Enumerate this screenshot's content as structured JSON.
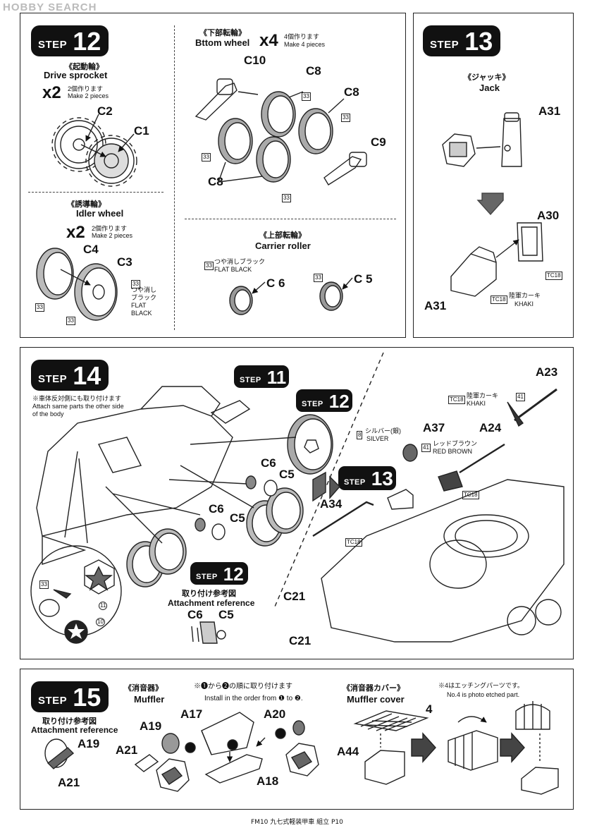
{
  "watermark": "HOBBY SEARCH",
  "step12": {
    "word": "STEP",
    "num": "12",
    "drive_jp": "《起動輪》",
    "drive_en": "Drive sprocket",
    "drive_x": "x2",
    "drive_make_jp": "2個作ります",
    "drive_make_en": "Make 2 pieces",
    "drive_c2": "C2",
    "drive_c1": "C1",
    "idler_jp": "《誘導輪》",
    "idler_en": "Idler wheel",
    "idler_x": "x2",
    "idler_make_jp": "2個作ります",
    "idler_make_en": "Make 2 pieces",
    "idler_c4": "C4",
    "idler_c3": "C3",
    "idler_33a": "33",
    "idler_33b": "33",
    "idler_33c": "33",
    "idler_paint_jp1": "つや消し",
    "idler_paint_jp2": "ブラック",
    "idler_paint_en1": "FLAT",
    "idler_paint_en2": "BLACK",
    "bottom_jp": "《下部転輪》",
    "bottom_en": "Bttom wheel",
    "bottom_x": "x4",
    "bottom_make_jp": "4個作ります",
    "bottom_make_en": "Make 4 pieces",
    "b_c10": "C10",
    "b_c8a": "C8",
    "b_c8b": "C8",
    "b_c8c": "C8",
    "b_c9": "C9",
    "b_33a": "33",
    "b_33b": "33",
    "b_33c": "33",
    "b_33d": "33",
    "carrier_jp": "《上部転輪》",
    "carrier_en": "Carrier roller",
    "carrier_33a": "33",
    "carrier_paint_jp": "つや消しブラック",
    "carrier_paint_en": "FLAT BLACK",
    "carrier_c6": "C 6",
    "carrier_33b": "33",
    "carrier_c5": "C 5"
  },
  "step13": {
    "word": "STEP",
    "num": "13",
    "jack_jp": "《ジャッキ》",
    "jack_en": "Jack",
    "a31a": "A31",
    "a30": "A30",
    "a31b": "A31",
    "tc18a": "TC18",
    "tc18b": "TC18",
    "khaki_jp": "陸軍カーキ",
    "khaki_en": "KHAKI"
  },
  "step14": {
    "word": "STEP",
    "num": "14",
    "note_jp": "※車体反対側にも取り付けます",
    "note_en1": "Attach same parts the other side",
    "note_en2": "of the body",
    "s11_word": "STEP",
    "s11_num": "11",
    "s12_word": "STEP",
    "s12_num": "12",
    "s13_word": "STEP",
    "s13_num": "13",
    "s12b_word": "STEP",
    "s12b_num": "12",
    "c6a": "C6",
    "c5a": "C5",
    "c6b": "C6",
    "c5b": "C5",
    "ref_jp": "取り付け参考図",
    "ref_en": "Attachment reference",
    "ref_c6": "C6",
    "ref_c5": "C5",
    "d33": "33",
    "d11": "11",
    "d10": "10",
    "a23": "A23",
    "tc18": "TC18",
    "khaki_jp": "陸軍カーキ",
    "khaki_en": "KHAKI",
    "n41a": "41",
    "a37": "A37",
    "a24": "A24",
    "n8": "8",
    "silver_jp": "シルバー(銀)",
    "silver_en": "SILVER",
    "n41b": "41",
    "red_jp": "レッドブラウン",
    "red_en": "RED BROWN",
    "tc18c": "TC18",
    "a34": "A34",
    "tc18d": "TC18",
    "c21a": "C21",
    "c21b": "C21"
  },
  "step15": {
    "word": "STEP",
    "num": "15",
    "ref_jp": "取り付け参考図",
    "ref_en": "Attachment reference",
    "a19a": "A19",
    "a21a": "A21",
    "muffler_jp": "《消音器》",
    "muffler_en": "Muffler",
    "order_jp": "※❶から❷の順に取り付けます",
    "order_en": "Install in the order from ❶ to ❷.",
    "a17": "A17",
    "a19b": "A19",
    "a21b": "A21",
    "a20": "A20",
    "a18": "A18",
    "o1": "1",
    "o2a": "2",
    "o2b": "2",
    "cover_jp": "《消音器カバー》",
    "cover_en": "Muffler cover",
    "pe_jp": "※4はエッチングパーツです。",
    "pe_en": "No.4 is photo etched part.",
    "n4": "4",
    "a44": "A44"
  },
  "footer": "FM10 九七式軽装甲車 組立 P10"
}
